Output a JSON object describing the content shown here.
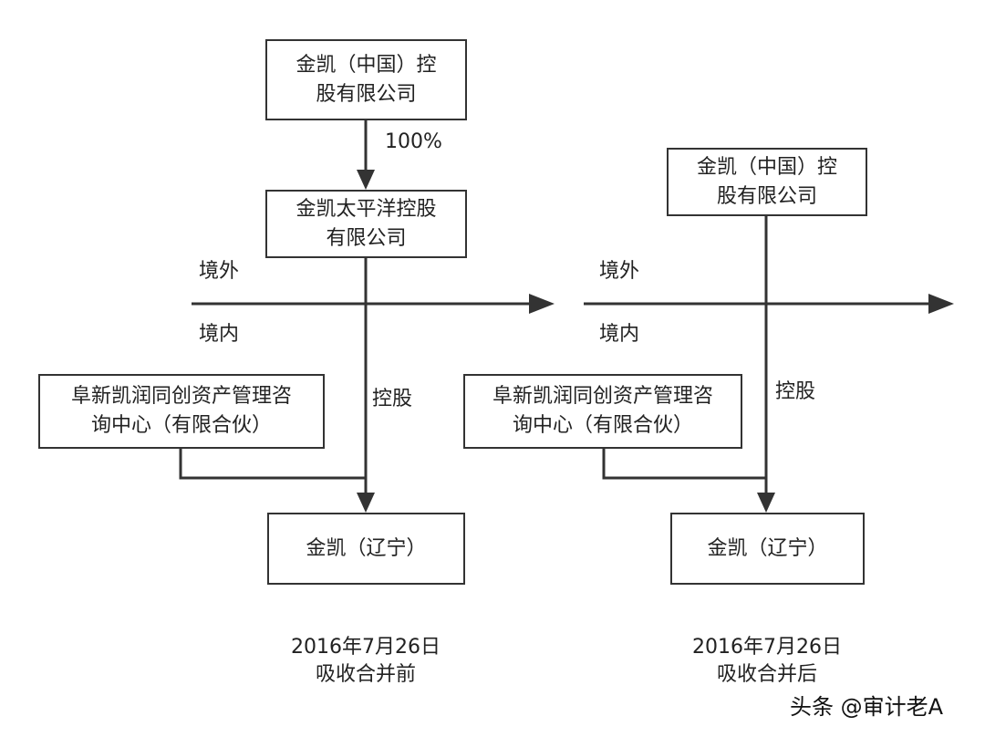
{
  "before": {
    "parent_company": [
      "金凯（中国）控",
      "股有限公司"
    ],
    "ownership_label": "100%",
    "intermediate_company": [
      "金凯太平洋控股",
      "有限公司"
    ],
    "offshore_label": "境外",
    "onshore_label": "境内",
    "partner_entity": [
      "阜新凯润同创资产管理咨",
      "询中心（有限合伙）"
    ],
    "control_label": "控股",
    "subsidiary": "金凯（辽宁）",
    "caption": [
      "2016年7月26日",
      "吸收合并前"
    ]
  },
  "after": {
    "parent_company": [
      "金凯（中国）控",
      "股有限公司"
    ],
    "offshore_label": "境外",
    "onshore_label": "境内",
    "partner_entity": [
      "阜新凯润同创资产管理咨",
      "询中心（有限合伙）"
    ],
    "control_label": "控股",
    "subsidiary": "金凯（辽宁）",
    "caption": [
      "2016年7月26日",
      "吸收合并后"
    ]
  },
  "watermark": "头条 @审计老A",
  "colors": {
    "line": "#333333",
    "text": "#222222",
    "background": "#ffffff"
  }
}
